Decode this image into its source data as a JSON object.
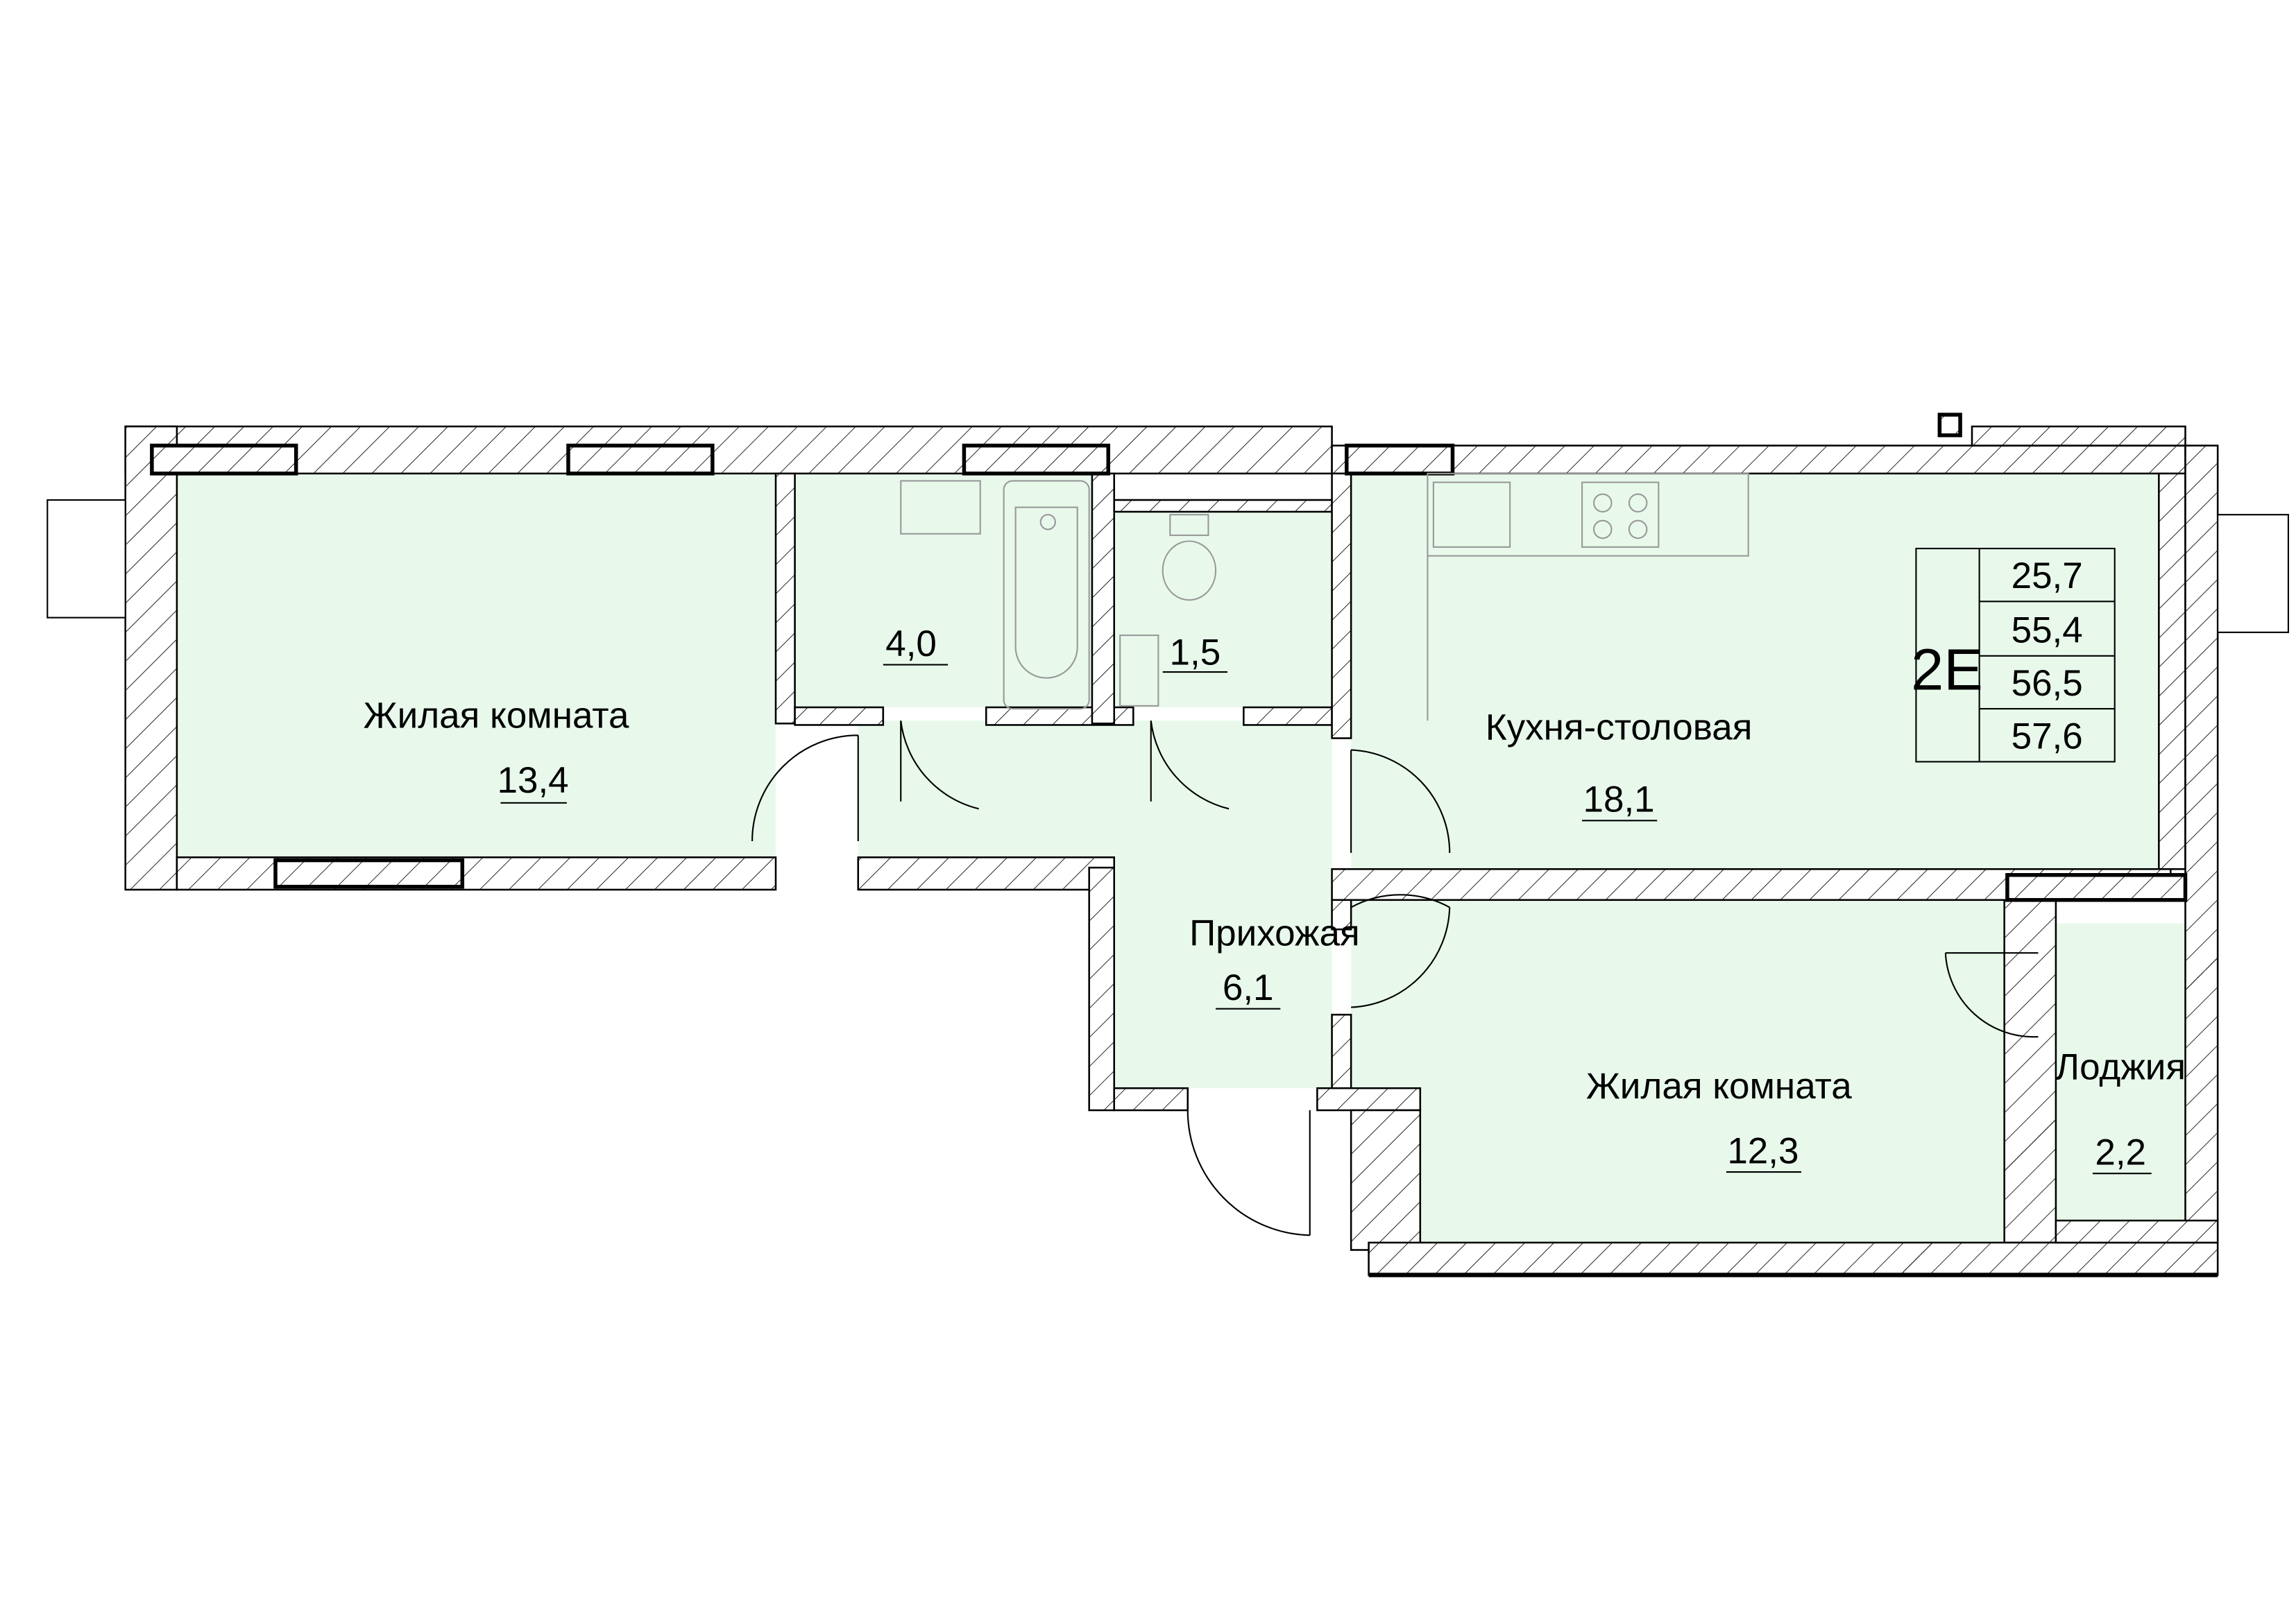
{
  "plan": {
    "apartment_code": "2E",
    "area_table": [
      "25,7",
      "55,4",
      "56,5",
      "57,6"
    ],
    "rooms": [
      {
        "name": "Жилая комната",
        "area": "13,4"
      },
      {
        "name": "",
        "area": "4,0"
      },
      {
        "name": "",
        "area": "1,5"
      },
      {
        "name": "Кухня-столовая",
        "area": "18,1"
      },
      {
        "name": "Прихожая",
        "area": "6,1"
      },
      {
        "name": "Жилая комната",
        "area": "12,3"
      },
      {
        "name": "Лоджия",
        "area": "2,2"
      }
    ],
    "colors": {
      "room_fill": "#e8f9ec",
      "wall_line": "#000000"
    }
  }
}
